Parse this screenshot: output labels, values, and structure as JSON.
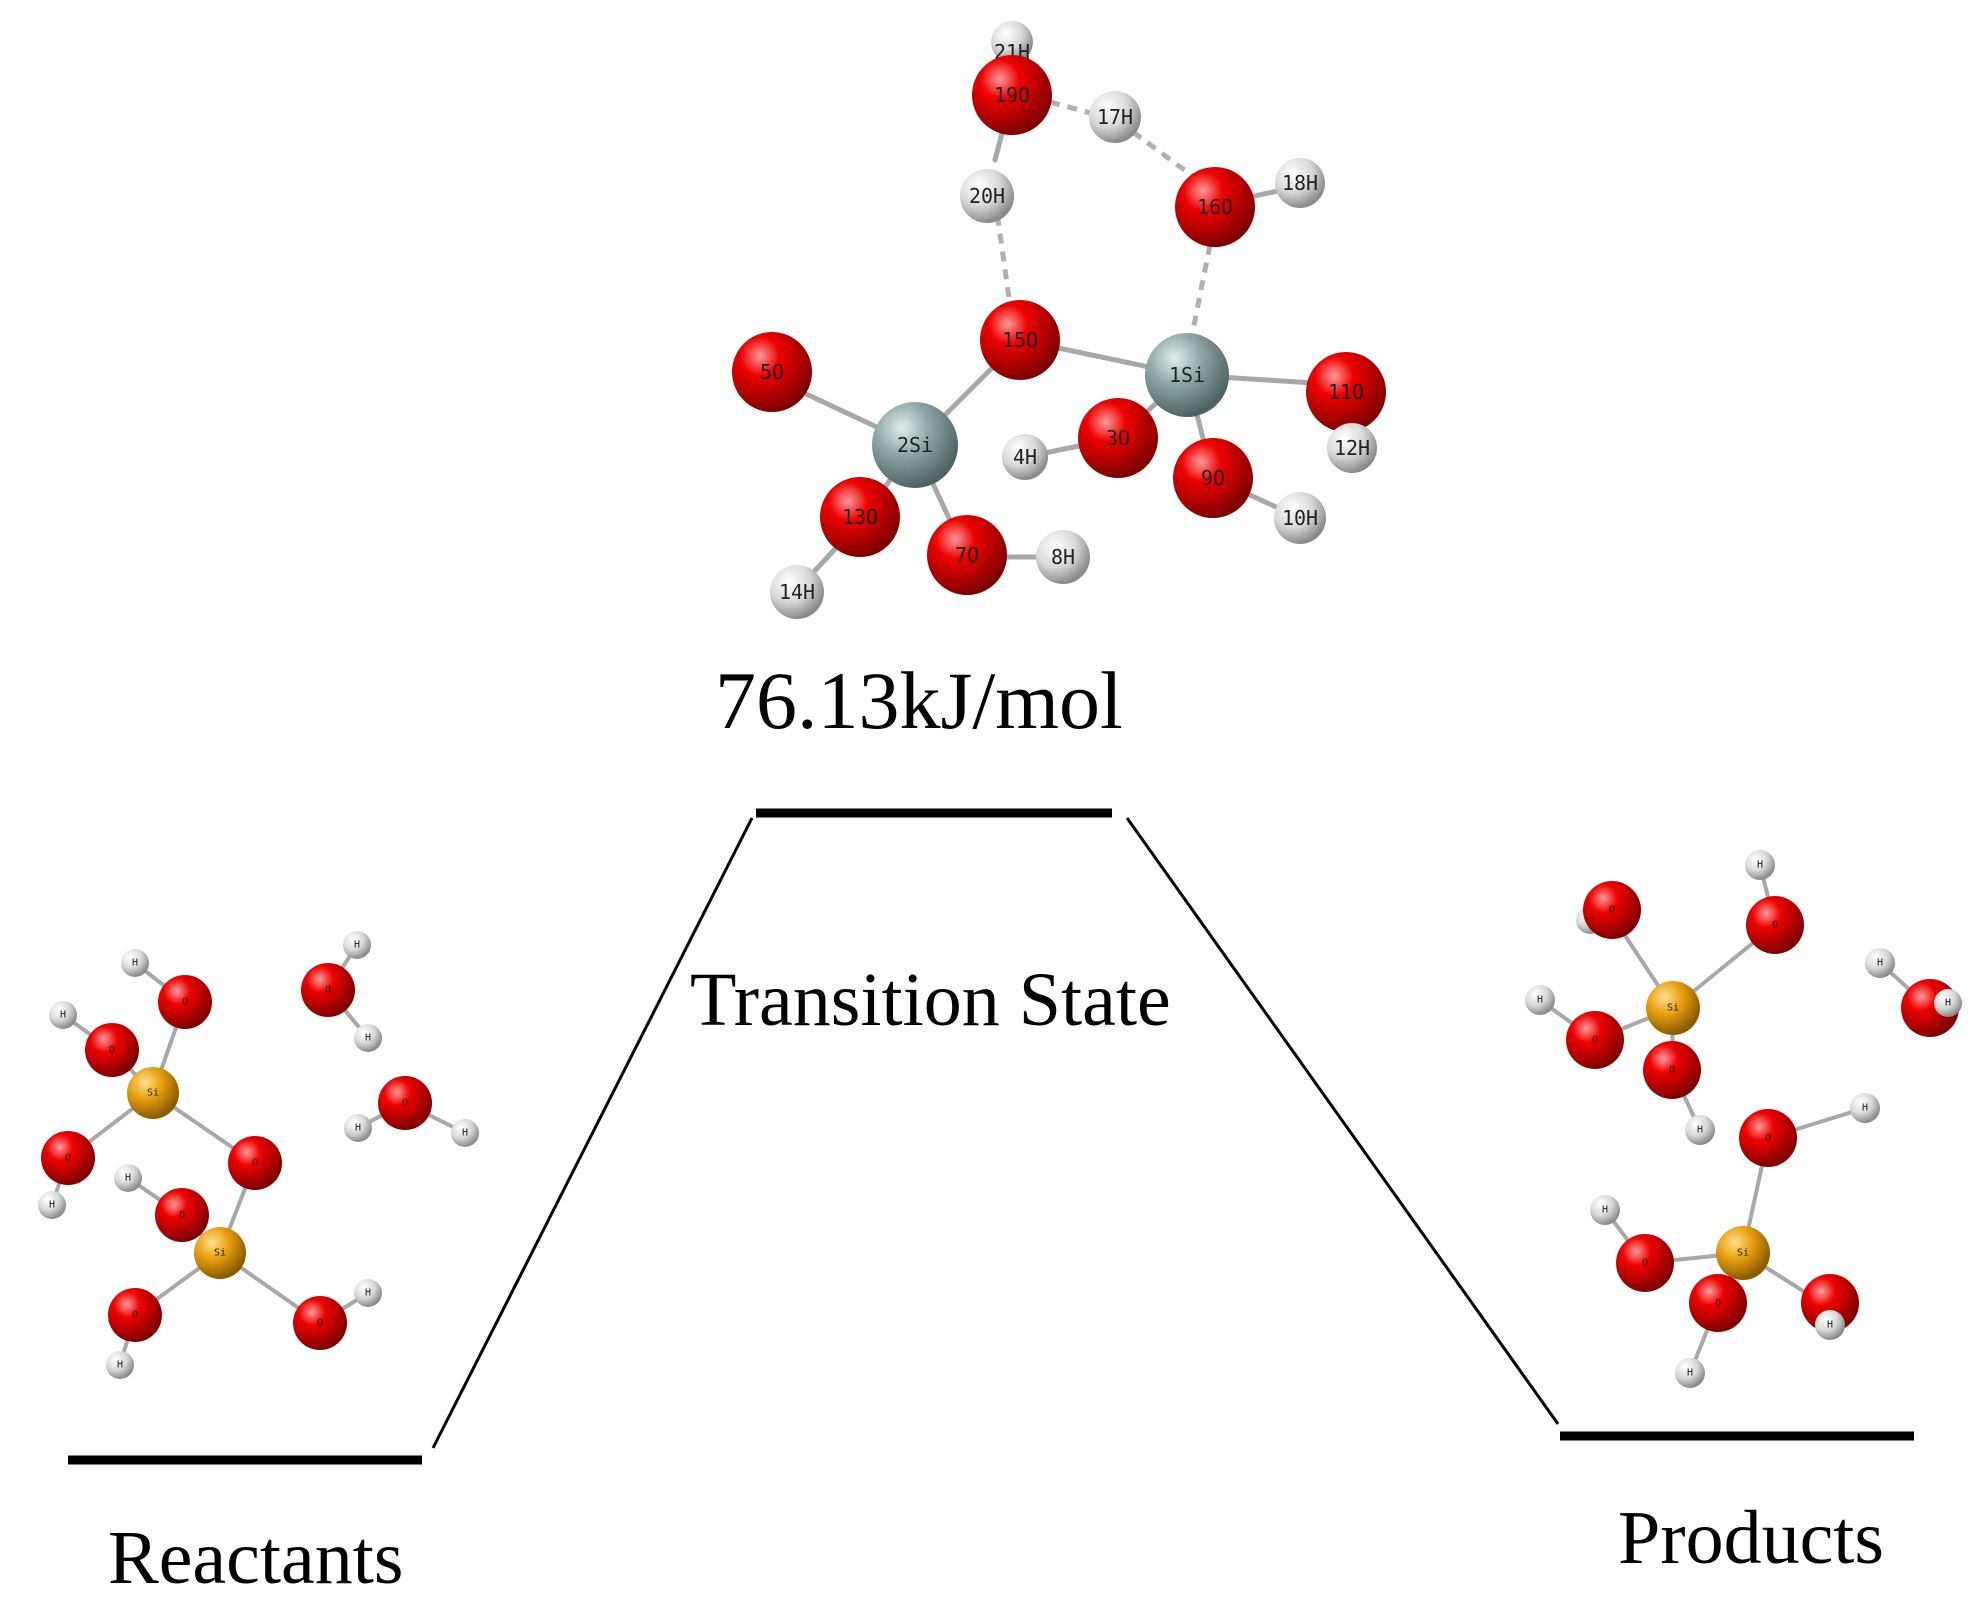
{
  "labels": {
    "energy": "76.13kJ/mol",
    "transition": "Transition State",
    "reactants": "Reactants",
    "products": "Products"
  },
  "colors": {
    "oxygen": "#e00000",
    "hydrogen": "#d8d8d8",
    "silicon_ts": "#8fa6a6",
    "silicon_small": "#e8a010",
    "bond": "#a8a8a8",
    "level": "#000000"
  },
  "ts_atoms": {
    "a1": "1Si",
    "a2": "2Si",
    "a3": "3O",
    "a4": "4H",
    "a5": "5O",
    "a7": "7O",
    "a8": "8H",
    "a9": "9O",
    "a10": "10H",
    "a11": "11O",
    "a12": "12H",
    "a13": "13O",
    "a14": "14H",
    "a15": "15O",
    "a16": "16O",
    "a17": "17H",
    "a18": "18H",
    "a19": "19O",
    "a20": "20H",
    "a21": "21H"
  },
  "small_atom_labels": {
    "oxygen": "O",
    "hydrogen": "H",
    "silicon": "Si"
  }
}
